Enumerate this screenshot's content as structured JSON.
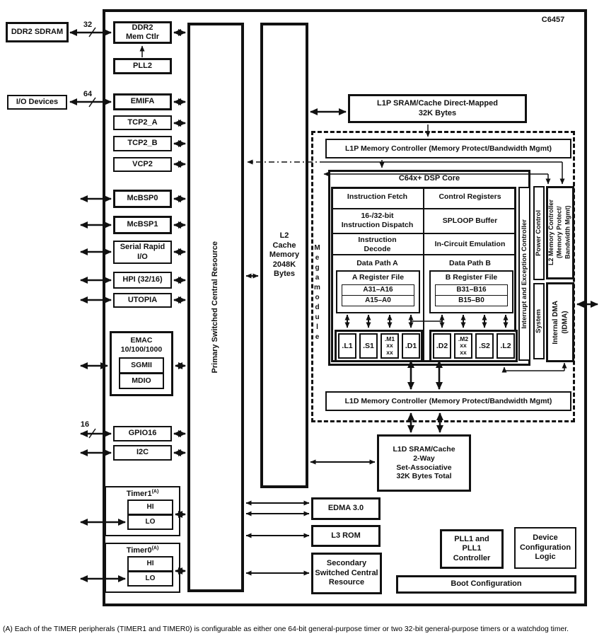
{
  "chip": {
    "label": "C6457"
  },
  "footnote": "(A) Each of the TIMER peripherals (TIMER1 and TIMER0) is configurable as either one 64-bit general-purpose timer or two 32-bit general-purpose timers or a watchdog timer.",
  "bus_widths": {
    "ddr2": "32",
    "emif": "64",
    "gpio": "16"
  },
  "external": {
    "ddr2_sdram": "DDR2 SDRAM",
    "io_devices": "I/O Devices"
  },
  "peripherals": {
    "ddr2_mem_ctlr": "DDR2\nMem Ctlr",
    "pll2": "PLL2",
    "emifa": "EMIFA",
    "tcp2_a": "TCP2_A",
    "tcp2_b": "TCP2_B",
    "vcp2": "VCP2",
    "mcbsp0": "McBSP0",
    "mcbsp1": "McBSP1",
    "serial_rapid_io": "Serial Rapid\nI/O",
    "hpi": "HPI (32/16)",
    "utopia": "UTOPIA",
    "emac": "EMAC\n10/100/1000",
    "sgmii": "SGMII",
    "mdio": "MDIO",
    "gpio16": "GPIO16",
    "i2c": "I2C",
    "timer1": "Timer1",
    "timer0": "Timer0",
    "timer_note_ref": "(A)",
    "timer_hi": "HI",
    "timer_lo": "LO"
  },
  "interconnect": {
    "pscr": "Primary Switched Central Resource",
    "l2_cache": "L2\nCache\nMemory\n2048K\nBytes",
    "sscr": "Secondary\nSwitched Central\nResource",
    "edma": "EDMA 3.0",
    "l3_rom": "L3 ROM"
  },
  "megamodule": {
    "label": "Megamodule",
    "l1p_sram": "L1P SRAM/Cache Direct-Mapped\n32K Bytes",
    "l1p_mc": "L1P Memory Controller (Memory Protect/Bandwidth Mgmt)",
    "l1d_mc": "L1D Memory Controller (Memory Protect/Bandwidth Mgmt)",
    "l1d_sram": "L1D SRAM/Cache\n2-Way\nSet-Associative\n32K Bytes Total",
    "iec": "Interrupt and Exception Controller",
    "power_control": "Power Control",
    "system": "System",
    "l2_mc": "L2 Memory Controller\n(Memory Protect/\nBandwidth Mgmt)",
    "idma": "Internal DMA\n(IDMA)"
  },
  "core": {
    "title": "C64x+ DSP Core",
    "instruction_fetch": "Instruction Fetch",
    "control_registers": "Control Registers",
    "instruction_dispatch": "16-/32-bit\nInstruction Dispatch",
    "sploop_buffer": "SPLOOP Buffer",
    "instruction_decode": "Instruction\nDecode",
    "in_circuit_emulation": "In-Circuit Emulation",
    "data_path_a": "Data Path A",
    "data_path_b": "Data Path B",
    "a_register_file": "A Register File",
    "a_hi": "A31–A16",
    "a_lo": "A15–A0",
    "b_register_file": "B Register File",
    "b_hi": "B31–B16",
    "b_lo": "B15–B0",
    "units_a": [
      ".L1",
      ".S1",
      ".M1\nxx\nxx",
      ".D1"
    ],
    "units_b": [
      ".D2",
      ".M2\nxx\nxx",
      ".S2",
      ".L2"
    ]
  },
  "config": {
    "pll1": "PLL1 and\nPLL1\nController",
    "device_config": "Device\nConfiguration\nLogic",
    "boot_config": "Boot Configuration"
  }
}
